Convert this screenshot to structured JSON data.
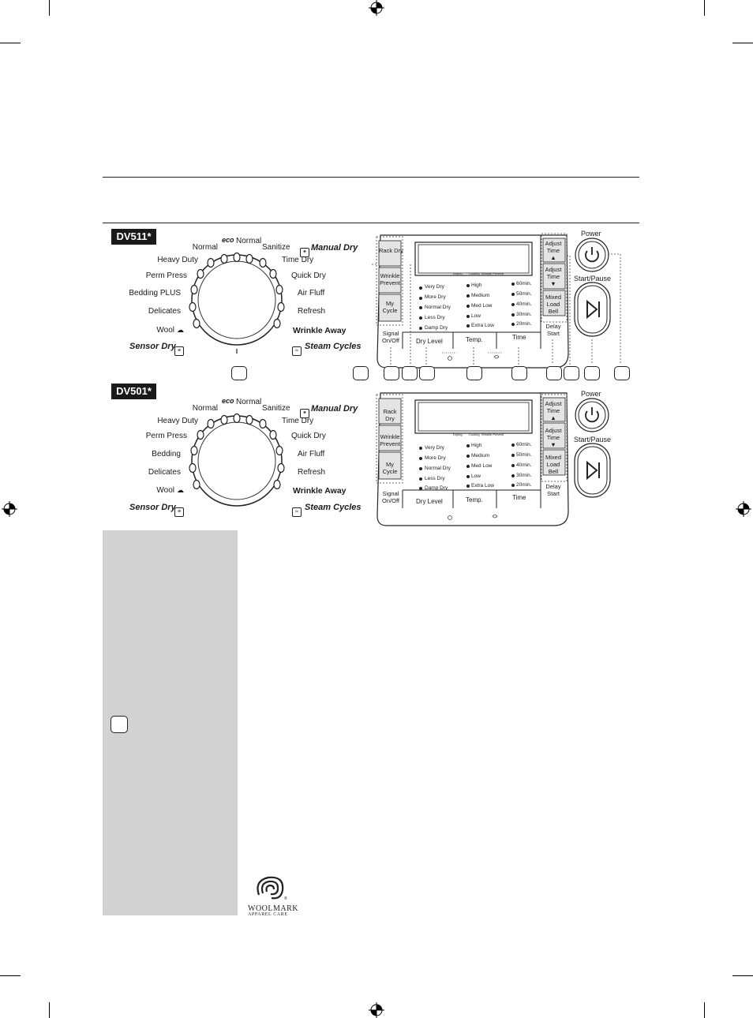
{
  "models": [
    {
      "tag": "DV511*",
      "dial": {
        "left": [
          "Normal",
          "Heavy Duty",
          "Perm Press",
          "Bedding PLUS",
          "Delicates",
          "Wool"
        ],
        "top_center": "Normal",
        "right": [
          "Sanitize",
          "Time Dry",
          "Quick Dry",
          "Air Fluff",
          "Refresh",
          "Wrinkle Away"
        ],
        "manual_dry": "Manual Dry",
        "sensor_dry": "Sensor Dry",
        "steam_cycles": "Steam Cycles"
      }
    },
    {
      "tag": "DV501*",
      "dial": {
        "left": [
          "Normal",
          "Heavy Duty",
          "Perm Press",
          "Bedding",
          "Delicates",
          "Wool"
        ],
        "top_center": "Normal",
        "right": [
          "Sanitize",
          "Time Dry",
          "Quick Dry",
          "Air Fluff",
          "Refresh",
          "Wrinkle Away"
        ],
        "manual_dry": "Manual Dry",
        "sensor_dry": "Sensor Dry",
        "steam_cycles": "Steam Cycles"
      }
    }
  ],
  "panel": {
    "option_buttons": [
      "Rack Dry",
      "Wrinkle Prevent",
      "My Cycle"
    ],
    "signal": "Signal On/Off",
    "display_status": [
      "Drying",
      "Cooling",
      "Wrinkle Prevent"
    ],
    "dry_level": [
      "Very Dry",
      "More Dry",
      "Normal Dry",
      "Less Dry",
      "Damp Dry"
    ],
    "temp": [
      "High",
      "Medium",
      "Med Low",
      "Low",
      "Extra Low"
    ],
    "time": [
      "60min.",
      "50min.",
      "40min.",
      "30min.",
      "20min."
    ],
    "dry_level_label": "Dry Level",
    "temp_label": "Temp.",
    "time_label": "Time",
    "adjust_up": "Adjust Time ▲",
    "adjust_down": "Adjust Time ▼",
    "mixed_load": "Mixed Load Bell",
    "delay_start": "Delay Start",
    "power": "Power",
    "start_pause": "Start/Pause"
  },
  "woolmark": {
    "line1": "WOOLMARK",
    "line2": "APPAREL CARE"
  }
}
